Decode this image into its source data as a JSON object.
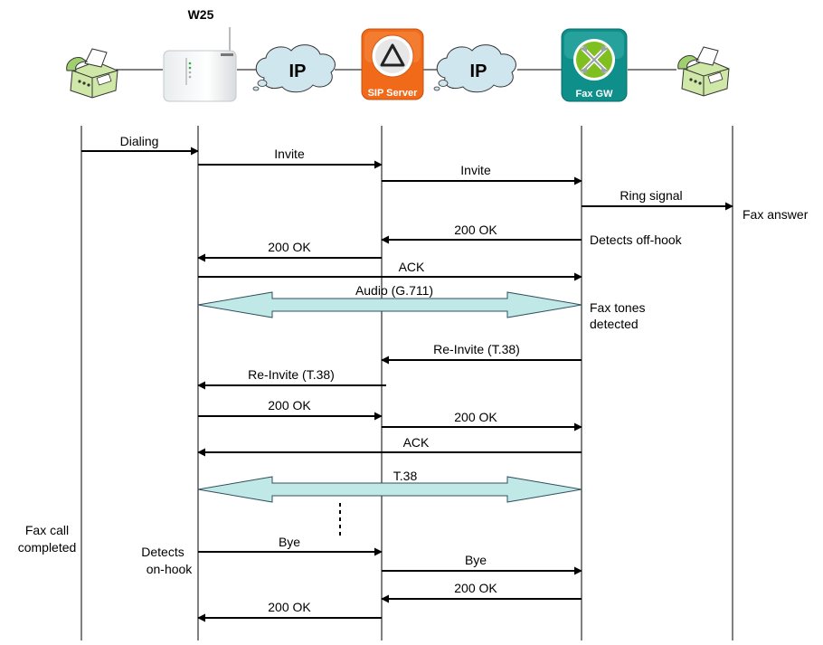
{
  "header": {
    "w25_title": "W25",
    "ip_left": "IP",
    "ip_right": "IP",
    "sip_server_label": "SIP Server",
    "fax_gw_label": "Fax GW"
  },
  "colors": {
    "arrow_band_fill": "#bfe8e6",
    "arrow_band_stroke": "#2f4f5f",
    "cloud_fill": "#cfe6ef",
    "sip_orange": "#f06a1a",
    "faxgw_teal": "#0e8f8a",
    "faxgw_green": "#7fbf1f"
  },
  "messages": {
    "dialing": "Dialing",
    "invite1": "Invite",
    "invite2": "Invite",
    "ring_signal": "Ring signal",
    "ok_gw": "200 OK",
    "ok_sip": "200 OK",
    "ack1": "ACK",
    "audio": "Audio (G.711)",
    "reinvite_gw": "Re-Invite (T.38)",
    "reinvite_sip": "Re-Invite (T.38)",
    "ok_w25": "200 OK",
    "ok_sip2": "200 OK",
    "ack2": "ACK",
    "t38": "T.38",
    "bye1": "Bye",
    "bye2": "Bye",
    "ok_bye_gw": "200 OK",
    "ok_bye_sip": "200 OK"
  },
  "side_notes": {
    "fax_answer": "Fax answer",
    "detects_offhook": "Detects off-hook",
    "fax_tones_1": "Fax tones",
    "fax_tones_2": "detected",
    "fax_call_1": "Fax call",
    "fax_call_2": "completed",
    "detects_1": "Detects",
    "detects_2": "on-hook"
  }
}
